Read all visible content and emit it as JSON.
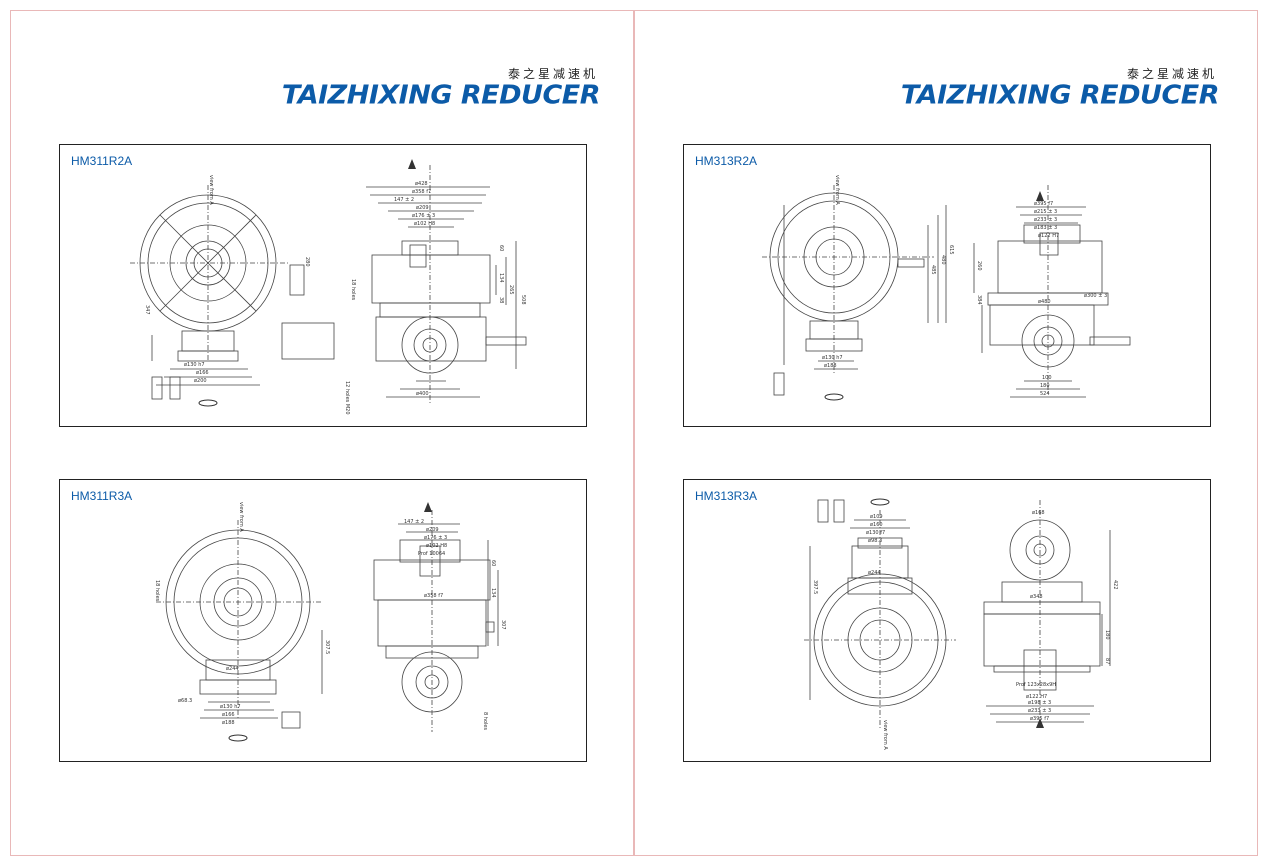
{
  "brand": {
    "cn": "泰之星减速机",
    "en": "TAIZHIXING REDUCER"
  },
  "drawings": [
    {
      "model": "HM311R2A",
      "labels": [
        "view from A",
        "ø428",
        "ø358 f7",
        "147 ± 2",
        "ø209",
        "ø176 ± 3",
        "ø102 H8",
        "ø130 h7",
        "ø166",
        "ø200",
        "ø400",
        "508",
        "265",
        "134",
        "60",
        "38",
        "280",
        "347",
        "18 holes",
        "12 holes M20"
      ]
    },
    {
      "model": "HM313R2A",
      "labels": [
        "view from A",
        "ø395 f7",
        "ø215 ± 3",
        "ø233 ± 3",
        "ø183 ± 3",
        "ø122 H7",
        "ø480",
        "ø130 h7",
        "ø188",
        "ø300 ± 3",
        "485",
        "480",
        "615",
        "384",
        "260",
        "100",
        "180",
        "524"
      ]
    },
    {
      "model": "HM311R3A",
      "labels": [
        "view from A",
        "147 ± 2",
        "ø209",
        "ø176 ± 3",
        "ø102 H8",
        "Prof 10064",
        "ø358 f7",
        "ø244",
        "ø130 h7",
        "ø166",
        "ø188",
        "ø68.3",
        "307.5",
        "134",
        "60",
        "307",
        "18 holes",
        "8 holes"
      ]
    },
    {
      "model": "HM313R3A",
      "labels": [
        "ø168",
        "ø109",
        "ø160",
        "ø130 f7",
        "ø98.3",
        "ø244",
        "ø348",
        "ø122 H7",
        "ø198 ± 3",
        "ø233 ± 3",
        "ø395 f7",
        "397.5",
        "422",
        "180",
        "87",
        "Prof 123x28x9H",
        "view from A"
      ]
    }
  ]
}
